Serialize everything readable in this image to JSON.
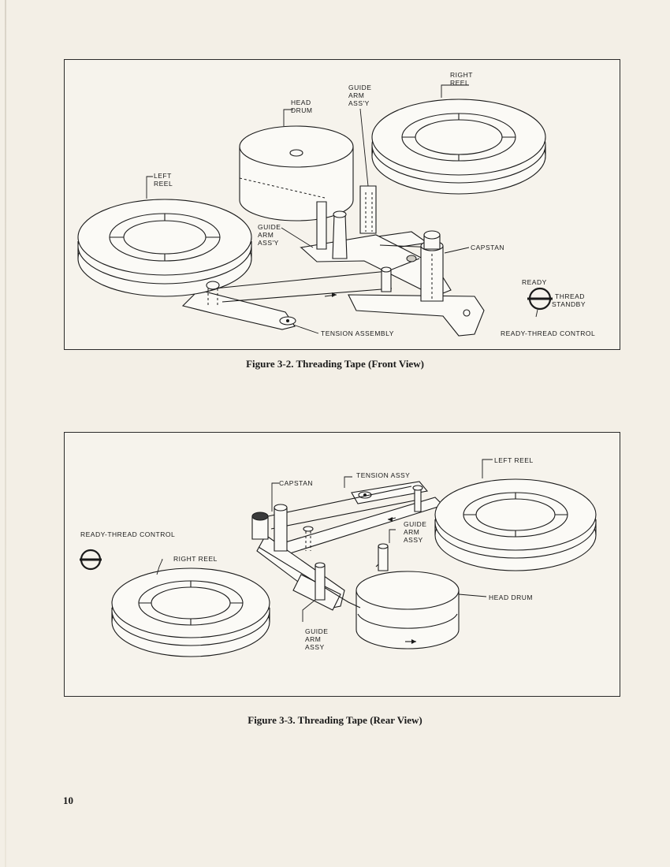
{
  "figure_1": {
    "caption": "Figure 3-2.  Threading Tape (Front View)",
    "labels": {
      "right_reel_1": "RIGHT",
      "right_reel_2": "REEL",
      "guide_top_1": "GUIDE",
      "guide_top_2": "ARM",
      "guide_top_3": "ASS'Y",
      "head_drum_1": "HEAD",
      "head_drum_2": "DRUM",
      "left_reel_1": "LEFT",
      "left_reel_2": "REEL",
      "guide_mid_1": "GUIDE",
      "guide_mid_2": "ARM",
      "guide_mid_3": "ASS'Y",
      "capstan": "CAPSTAN",
      "ready": "READY",
      "thread": "THREAD",
      "standby": "STANDBY",
      "tension_assembly": "TENSION ASSEMBLY",
      "ready_thread_control": "READY-THREAD CONTROL"
    }
  },
  "figure_2": {
    "caption": "Figure 3-3.  Threading Tape (Rear View)",
    "labels": {
      "left_reel": "LEFT REEL",
      "tension_assy": "TENSION ASSY",
      "capstan": "CAPSTAN",
      "guide_top_1": "GUIDE",
      "guide_top_2": "ARM",
      "guide_top_3": "ASSY",
      "ready_thread_control": "READY-THREAD CONTROL",
      "right_reel": "RIGHT REEL",
      "head_drum": "HEAD DRUM",
      "guide_bottom_1": "GUIDE",
      "guide_bottom_2": "ARM",
      "guide_bottom_3": "ASSY"
    }
  },
  "page_number": "10"
}
